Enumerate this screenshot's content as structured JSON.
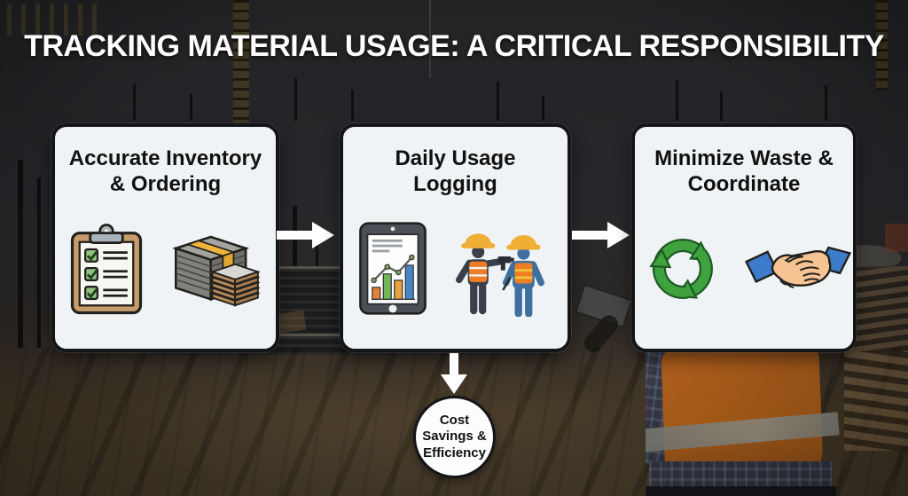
{
  "slide_title": "TRACKING MATERIAL USAGE: A CRITICAL RESPONSIBILITY",
  "cards": [
    {
      "title": "Accurate Inventory\n& Ordering",
      "icons": [
        "clipboard-checklist-icon",
        "material-stack-icon"
      ]
    },
    {
      "title": "Daily Usage\nLogging",
      "icons": [
        "tablet-chart-icon",
        "construction-workers-icon"
      ]
    },
    {
      "title": "Minimize Waste &\nCoordinate",
      "icons": [
        "recycle-icon",
        "handshake-icon"
      ]
    }
  ],
  "flow": {
    "sequence_arrows": [
      "inventory-to-logging",
      "logging-to-waste"
    ],
    "outcome_arrow": "logging-to-outcome",
    "outcome_label": "Cost\nSavings &\nEfficiency"
  },
  "colors": {
    "title_text": "#ffffff",
    "card_bg": "#eff3f5",
    "card_border": "#141519",
    "card_text": "#111111",
    "arrow": "#ffffff",
    "clipboard_tan": "#c79b6b",
    "check_green": "#90c47e",
    "strap_yellow": "#f0b43c",
    "bar_orange": "#e2833c",
    "bar_green": "#74b65a",
    "bar_yellow": "#e8a33c",
    "bar_blue": "#4a86c4",
    "vest_orange": "#ee7d24",
    "helmet_yellow": "#efae35",
    "worker_dark": "#3a4049",
    "worker_blue": "#3e6f9e",
    "recycle_green": "#3fa23e",
    "recycle_dark": "#1e5a23",
    "sleeve_blue": "#3d7cc9",
    "hand_tan": "#f7c393"
  }
}
